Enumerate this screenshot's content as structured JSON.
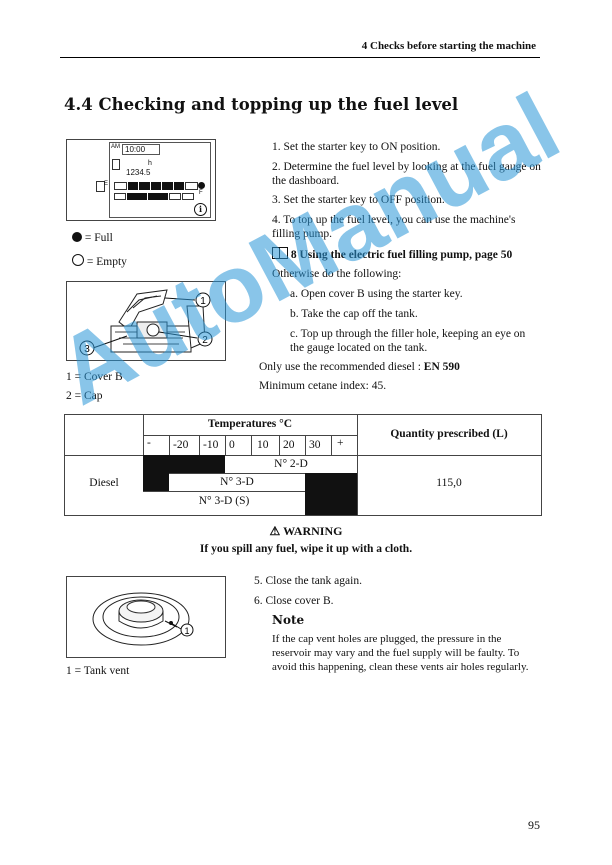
{
  "header": {
    "section": "4 Checks before starting the machine"
  },
  "title": "4.4 Checking and topping up the fuel level",
  "dashboard": {
    "clock": "10:00",
    "clock_label": "AM",
    "hours_unit": "h",
    "hours": "1234.5",
    "empty_label": "E",
    "full_label": "F",
    "legend_full": "= Full",
    "legend_empty": "= Empty"
  },
  "steps": [
    "1. Set the starter key to ON position.",
    "2. Determine the fuel level by looking at the fuel gauge on the dashboard.",
    "3. Set the starter key to OFF position.",
    "4. To top up the fuel level, you can use the machine's filling pump."
  ],
  "reference": "8 Using the electric fuel filling pump, page 50",
  "otherwise": "Otherwise do the following:",
  "substeps": [
    "a. Open cover B using the starter key.",
    "b. Take the cap off the tank.",
    "c. Top up through the filler hole, keeping an eye on the gauge located on the tank."
  ],
  "diesel_note_prefix": "Only use the recommended diesel : ",
  "diesel_standard": "EN 590",
  "cetane": "Minimum cetane index: 45.",
  "figure1": {
    "callouts": [
      "1",
      "2",
      "3"
    ],
    "captions": [
      "1 = Cover B",
      "2 = Cap"
    ]
  },
  "table": {
    "temp_header": "Temperatures °C",
    "temps": [
      "-",
      "-20",
      "-10",
      "0",
      "10",
      "20",
      "30",
      "+"
    ],
    "qty_header": "Quantity prescribed (L)",
    "fuel": "Diesel",
    "grades": [
      "N° 2-D",
      "N° 3-D",
      "N° 3-D (S)"
    ],
    "quantity": "115,0"
  },
  "warning": {
    "title": "WARNING",
    "text": "If you spill any fuel, wipe it up with a cloth."
  },
  "figure2": {
    "callout": "1",
    "caption": "1 = Tank vent"
  },
  "closing_steps": [
    "5. Close the tank again.",
    "6. Close cover B."
  ],
  "note": {
    "title": "Note",
    "text": "If the cap vent holes are plugged, the pressure in the reservoir may vary and the fuel supply will be faulty. To avoid this happening, clean these vents air holes regularly."
  },
  "page_number": "95",
  "watermark": "AutoManual"
}
